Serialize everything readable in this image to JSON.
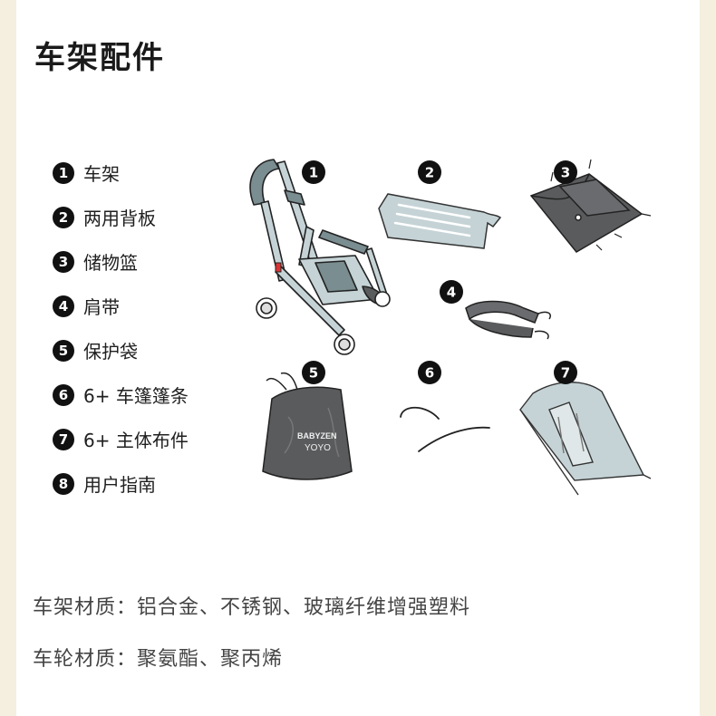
{
  "title": "车架配件",
  "legend": [
    {
      "num": "1",
      "label": "车架"
    },
    {
      "num": "2",
      "label": "两用背板"
    },
    {
      "num": "3",
      "label": "储物篮"
    },
    {
      "num": "4",
      "label": "肩带"
    },
    {
      "num": "5",
      "label": "保护袋"
    },
    {
      "num": "6",
      "label": "6+ 车篷篷条"
    },
    {
      "num": "7",
      "label": "6+ 主体布件"
    },
    {
      "num": "8",
      "label": "用户指南"
    }
  ],
  "figure_badges": [
    "1",
    "2",
    "3",
    "4",
    "5",
    "6",
    "7"
  ],
  "bag_logo": {
    "line1": "BABYZEN",
    "line2": "YOYO"
  },
  "specs": {
    "frame": "车架材质：铝合金、不锈钢、玻璃纤维增强塑料",
    "wheels": "车轮材质：聚氨酯、聚丙烯"
  },
  "colors": {
    "background": "#f5efdf",
    "panel": "#ffffff",
    "frame_gray": "#7a8d90",
    "light_part": "#c5d3d6",
    "dark_fabric": "#5a5b5d",
    "badge": "#111111"
  },
  "icons": [
    "stroller-frame-icon",
    "backrest-board-icon",
    "storage-basket-icon",
    "shoulder-strap-icon",
    "protective-bag-icon",
    "canopy-rods-icon",
    "seat-fabric-icon"
  ]
}
